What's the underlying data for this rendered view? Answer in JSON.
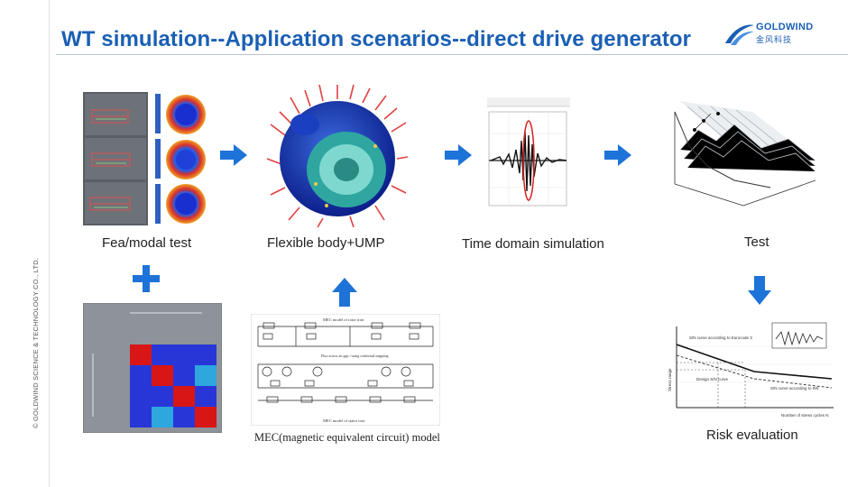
{
  "slide": {
    "title": "WT simulation--Application scenarios--direct drive generator",
    "side_note": "© GOLDWIND SCIENCE & TECHNOLOGY CO., LTD.",
    "logo": {
      "name": "GOLDWIND",
      "cn": "金风科技"
    }
  },
  "steps": {
    "fea": "Fea/modal test",
    "flex": "Flexible body+UMP",
    "time": "Time domain simulation",
    "test": "Test",
    "risk": "Risk evaluation",
    "mec": "MEC(magnetic equivalent circuit) model"
  },
  "mec_panel": {
    "top": "MEC model of rotor iron",
    "middle": "Flux across air gap / using conformal mapping",
    "bottom": "MEC model of stator iron"
  },
  "sn_panel": {
    "curve1": "S/N curve according to Eurocode 3",
    "curve2": "Design S/N curve",
    "curve3": "S/N curve according to IIW",
    "xlabel": "Number of stress cycles N",
    "ylabel": "Stress range"
  },
  "colors": {
    "accent": "#1a5fb4",
    "arrow": "#1e73d8"
  }
}
